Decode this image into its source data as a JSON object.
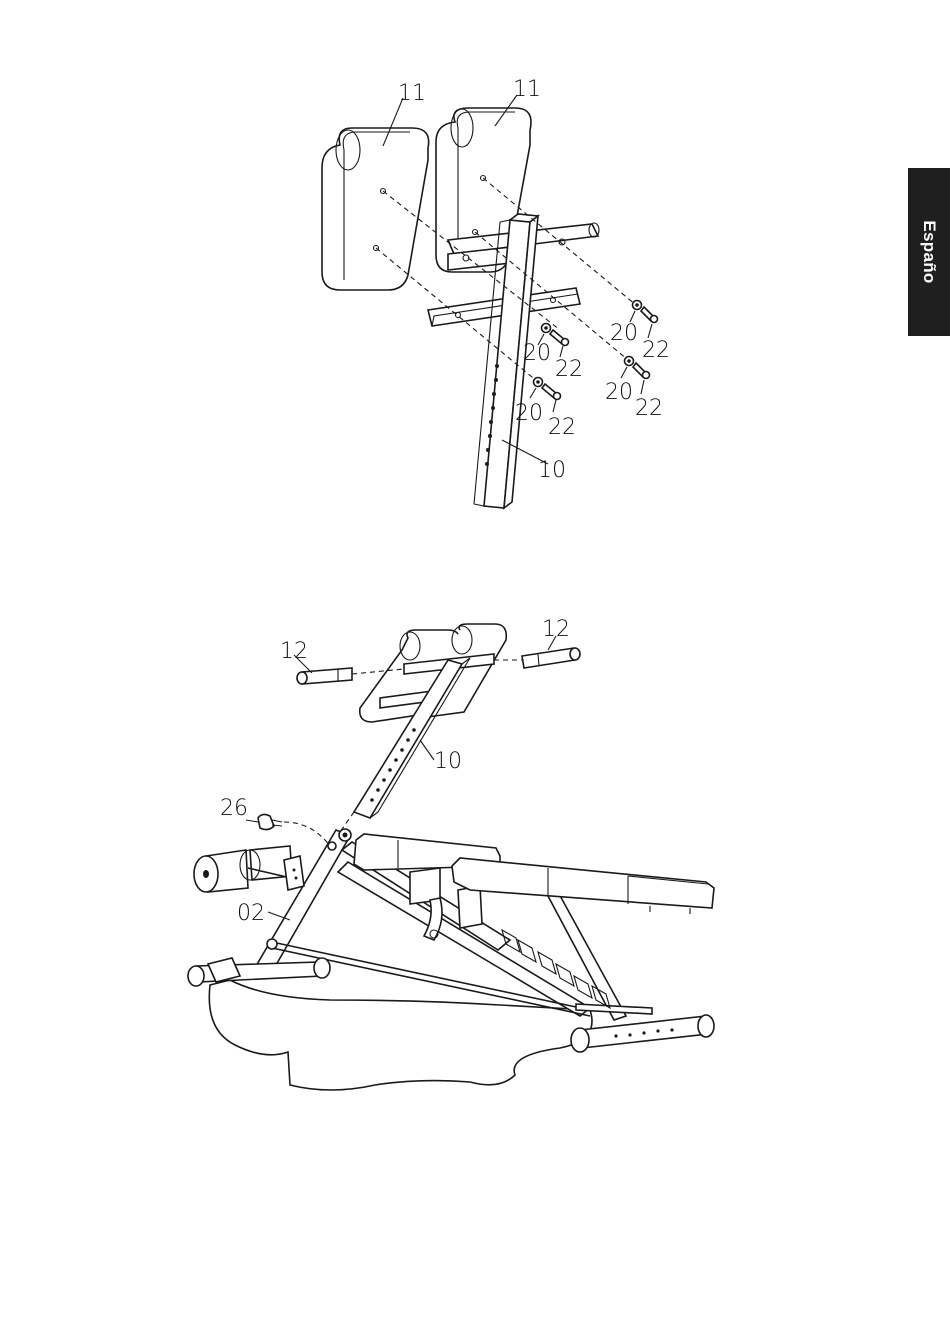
{
  "side_tab": {
    "label": "Españo"
  },
  "callouts": {
    "part_11": "11",
    "part_10": "10",
    "part_20": "20",
    "part_22": "22",
    "part_12": "12",
    "part_26": "26",
    "part_02": "02"
  }
}
